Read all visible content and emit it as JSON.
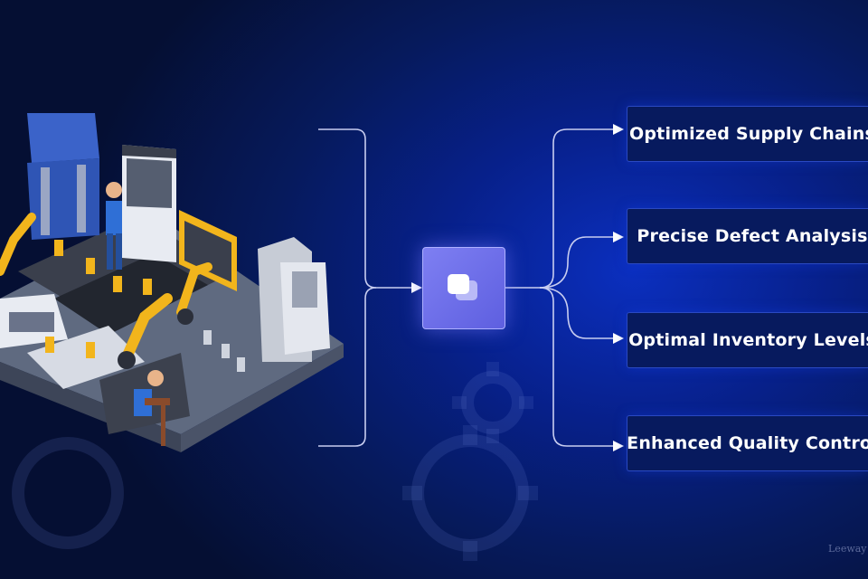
{
  "outcomes": [
    {
      "label": "Optimized Supply Chains"
    },
    {
      "label": "Precise Defect Analysis"
    },
    {
      "label": "Optimal Inventory Levels"
    },
    {
      "label": "Enhanced Quality Control"
    }
  ],
  "watermark": "Leeway",
  "hub_icon": "chat-bubbles-icon",
  "colors": {
    "accent": "#6f70ea",
    "line": "#c8cdf0",
    "box_border": "#2a49c2"
  }
}
